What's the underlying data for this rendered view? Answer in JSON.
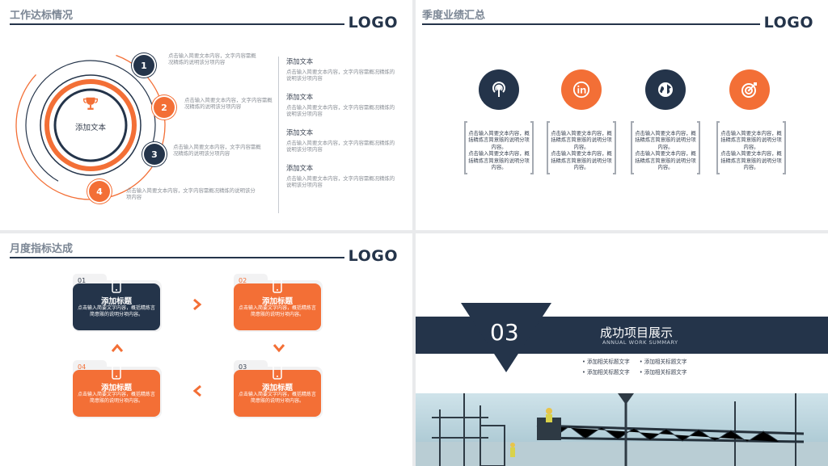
{
  "logo": "LOGO",
  "slide1": {
    "title": "工作达标情况",
    "center_label": "添加文本",
    "numbers": [
      "1",
      "2",
      "3",
      "4"
    ],
    "side_texts": [
      "点击输入简要文本内容，文字内容需概况精炼的说明该分项内容",
      "点击输入简要文本内容，文字内容需概况精炼的说明该分项内容",
      "点击输入简要文本内容，文字内容需概况精炼的说明该分项内容",
      "点击输入简要文本内容，文字内容需概况精炼的说明该分项内容"
    ],
    "right_items": [
      {
        "title": "添加文本",
        "text": "点击输入简要文本内容，文字内容需概况精炼的说明该分项内容"
      },
      {
        "title": "添加文本",
        "text": "点击输入简要文本内容，文字内容需概况精炼的说明该分项内容"
      },
      {
        "title": "添加文本",
        "text": "点击输入简要文本内容，文字内容需概况精炼的说明该分项内容"
      },
      {
        "title": "添加文本",
        "text": "点击输入简要文本内容，文字内容需概况精炼的说明该分项内容"
      }
    ]
  },
  "slide2": {
    "title": "季度业绩汇总",
    "icons": [
      "podcast-icon",
      "linkedin-icon",
      "globe-icon",
      "target-icon"
    ],
    "box_texts": [
      "点击输入简要文本内容，概括精炼言简意赅的说明分项内容。\n点击输入简要文本内容，概括精炼言简意赅的说明分项内容。",
      "点击输入简要文本内容，概括精炼言简意赅的说明分项内容。\n点击输入简要文本内容，概括精炼言简意赅的说明分项内容。",
      "点击输入简要文本内容，概括精炼言简意赅的说明分项内容。\n点击输入简要文本内容，概括精炼言简意赅的说明分项内容。",
      "点击输入简要文本内容，概括精炼言简意赅的说明分项内容。\n点击输入简要文本内容，概括精炼言简意赅的说明分项内容。"
    ]
  },
  "slide3": {
    "title": "月度指标达成",
    "cards": [
      {
        "num": "01",
        "title": "添加标题",
        "desc": "点击输入简要文字内容，概括精炼言简意赅的说明分项内容。"
      },
      {
        "num": "02",
        "title": "添加标题",
        "desc": "点击输入简要文字内容，概括精炼言简意赅的说明分项内容。"
      },
      {
        "num": "03",
        "title": "添加标题",
        "desc": "点击输入简要文字内容，概括精炼言简意赅的说明分项内容。"
      },
      {
        "num": "04",
        "title": "添加标题",
        "desc": "点击输入简要文字内容，概括精炼言简意赅的说明分项内容。"
      }
    ]
  },
  "slide4": {
    "number": "03",
    "title": "成功项目展示",
    "subtitle": "ANNUAL WORK SUMMARY",
    "bullets": [
      "添加相关标题文字",
      "添加相关标题文字",
      "添加相关标题文字",
      "添加相关标题文字"
    ]
  },
  "colors": {
    "navy": "#24344a",
    "orange": "#f36f36"
  }
}
